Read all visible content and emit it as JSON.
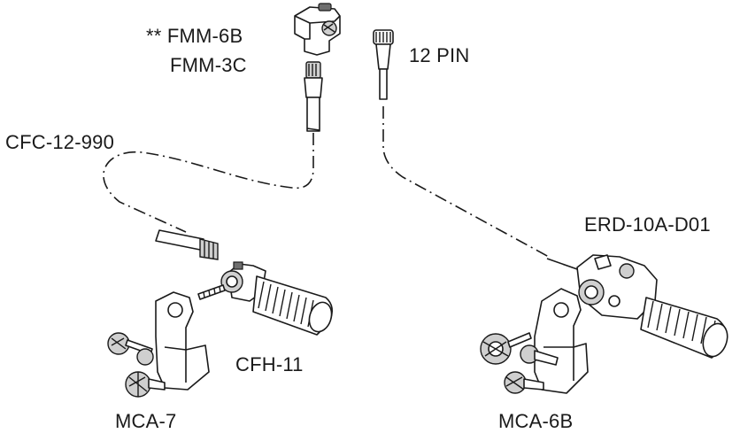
{
  "labels": {
    "fmm6b": "** FMM-6B",
    "fmm3c": "FMM-3C",
    "pin12": "12 PIN",
    "cfc": "CFC-12-990",
    "erd": "ERD-10A-D01",
    "cfh": "CFH-11",
    "mca7": "MCA-7",
    "mca6b": "MCA-6B"
  }
}
